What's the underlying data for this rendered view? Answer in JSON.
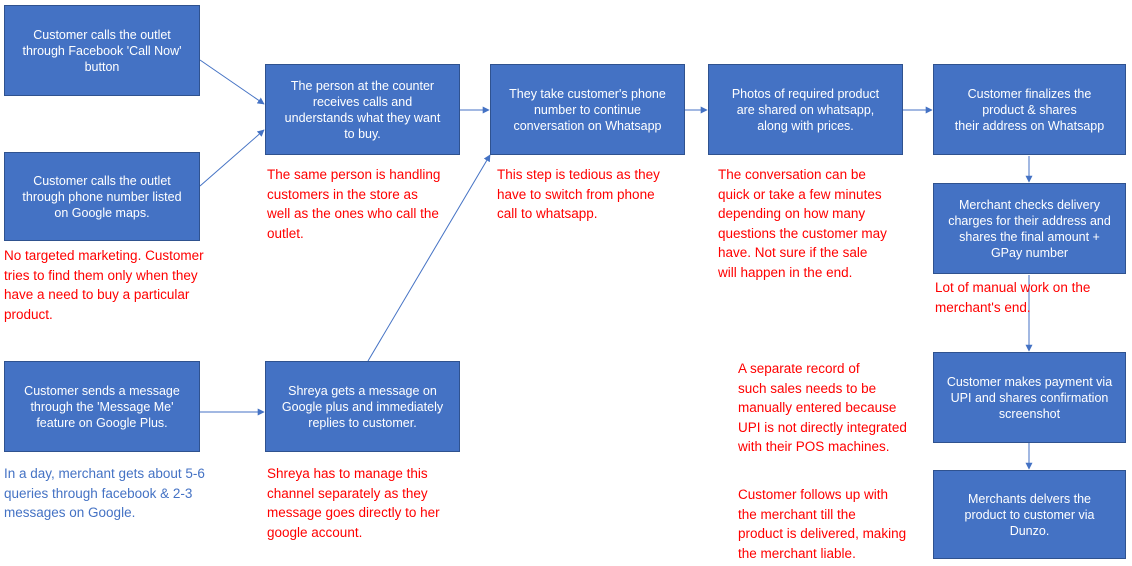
{
  "boxes": {
    "facebook_call": "Customer calls the outlet\nthrough Facebook 'Call Now'\nbutton",
    "maps_call": "Customer calls the outlet\nthrough phone number listed\non Google maps.",
    "google_message": "Customer sends a message\nthrough the 'Message Me'\nfeature on Google Plus.",
    "counter_person": "The person at the counter\nreceives calls and\nunderstands what they want\nto buy.",
    "shreya_message": "Shreya gets a message on\nGoogle plus and immediately\nreplies to customer.",
    "whatsapp_number": "They take customer's phone\nnumber to continue\nconversation on Whatsapp",
    "photos_shared": "Photos of required product\nare shared on whatsapp,\nalong with prices.",
    "finalize_product": "Customer finalizes the\nproduct & shares\ntheir address on Whatsapp",
    "delivery_charges": "Merchant checks delivery\ncharges for their address and\nshares the final amount +\nGPay number",
    "payment": "Customer makes payment via\nUPI and shares confirmation\nscreenshot",
    "delivery": "Merchants delvers the\nproduct to customer via\nDunzo."
  },
  "notes": {
    "no_targeting": "No targeted marketing. Customer\ntries to find them only when they\nhave a need to buy a particular\nproduct.",
    "daily_queries": "In a day, merchant gets about 5-6\nqueries through facebook & 2-3\nmessages on Google.",
    "same_person": "The same person is handling\ncustomers in the store as\nwell as the ones who call the\noutlet.",
    "shreya_channel": "Shreya has to manage this\nchannel separately as they\nmessage goes directly to her\ngoogle account.",
    "tedious_step": "This step is tedious as they\nhave to switch from phone\ncall to whatsapp.",
    "conversation_time": "The conversation can be\nquick or take a few minutes\ndepending on how many\nquestions the customer may\nhave. Not sure if the sale\nwill happen in the end.",
    "manual_work": "Lot of manual work on the\nmerchant's end.",
    "separate_record": "A separate record of\nsuch sales needs to be\nmanually entered because\nUPI is not directly integrated\nwith their POS machines.",
    "follow_up": "Customer follows up with\nthe merchant till the\nproduct is delivered, making\nthe merchant liable."
  },
  "colors": {
    "box_fill": "#4472c4",
    "box_border": "#2f528f",
    "arrow": "#4472c4",
    "pain_point": "#ff0000",
    "info": "#4472c4"
  }
}
